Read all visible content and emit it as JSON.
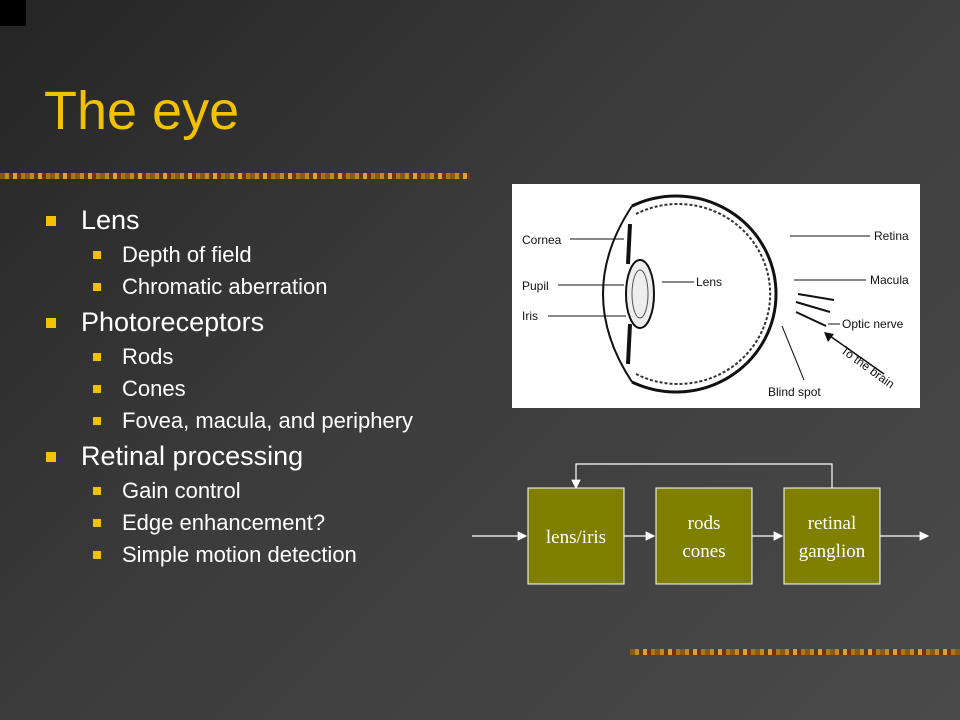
{
  "slide": {
    "title": "The eye",
    "bullets": [
      {
        "label": "Lens",
        "sub": [
          "Depth of field",
          "Chromatic aberration"
        ]
      },
      {
        "label": "Photoreceptors",
        "sub": [
          "Rods",
          "Cones",
          "Fovea, macula, and periphery"
        ]
      },
      {
        "label": "Retinal processing",
        "sub": [
          "Gain control",
          "Edge enhancement?",
          "Simple motion detection"
        ]
      }
    ]
  },
  "eye_diagram": {
    "labels": {
      "cornea": "Cornea",
      "pupil": "Pupil",
      "iris": "Iris",
      "lens": "Lens",
      "retina": "Retina",
      "macula": "Macula",
      "optic_nerve": "Optic nerve",
      "to_brain": "To the brain",
      "blind_spot": "Blind spot"
    }
  },
  "block_diagram": {
    "box_color": "#808000",
    "box1": "lens/iris",
    "box2_line1": "rods",
    "box2_line2": "cones",
    "box3_line1": "retinal",
    "box3_line2": "ganglion"
  },
  "colors": {
    "title": "#f2c200",
    "bullet": "#f2c200",
    "text": "#ffffff"
  }
}
